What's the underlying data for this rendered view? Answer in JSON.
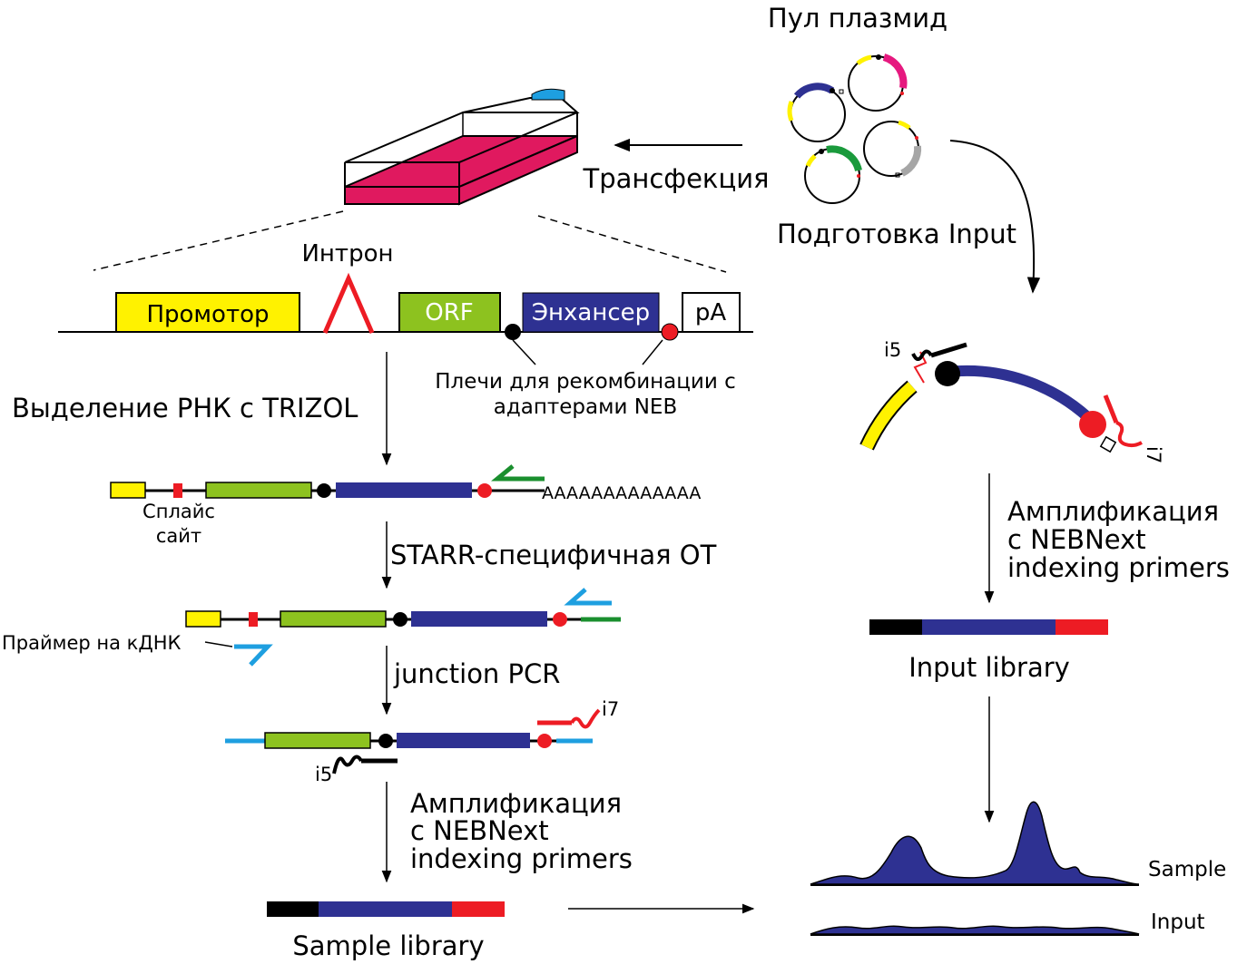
{
  "labels": {
    "pool": "Пул плазмид",
    "transfection": "Трансфекция",
    "input_prep": "Подготовка Input",
    "intron": "Интрон",
    "promoter": "Промотор",
    "orf": "ORF",
    "enhancer": "Энхансер",
    "pa": "pA",
    "arms_line1": "Плечи для рекомбинации с",
    "arms_line2": "адаптерами NEB",
    "rna_isolation": "Выделение РНК с TRIZOL",
    "polya": "AAAAAAAAAAAAA",
    "splice_line1": "Сплайс",
    "splice_line2": "сайт",
    "starr_rt": "STARR-специфичная ОТ",
    "cdna_primer": "Праймер на кДНК",
    "junction_pcr": "junction PCR",
    "i7": "i7",
    "i5": "i5",
    "amp_line1": "Амплификация",
    "amp_line2": "с NEBNext",
    "amp_line3": "indexing primers",
    "sample_library": "Sample library",
    "input_library": "Input library",
    "sample": "Sample",
    "input": "Input"
  },
  "colors": {
    "promoter": "#fff200",
    "orf": "#8dc21f",
    "enhancer": "#2e3192",
    "intron": "#ed1c24",
    "arm_left": "#000000",
    "arm_right": "#ed1c24",
    "rt_primer": "#1a8f2e",
    "cdna_primer": "#1e9fe0",
    "flask_medium": "#e0195f",
    "flask_cap": "#1e9fe0",
    "plasmid_pink": "#e6197f",
    "plasmid_green": "#1a9a3c",
    "plasmid_gray": "#a6a6a6",
    "peak_fill": "#2e3192"
  }
}
